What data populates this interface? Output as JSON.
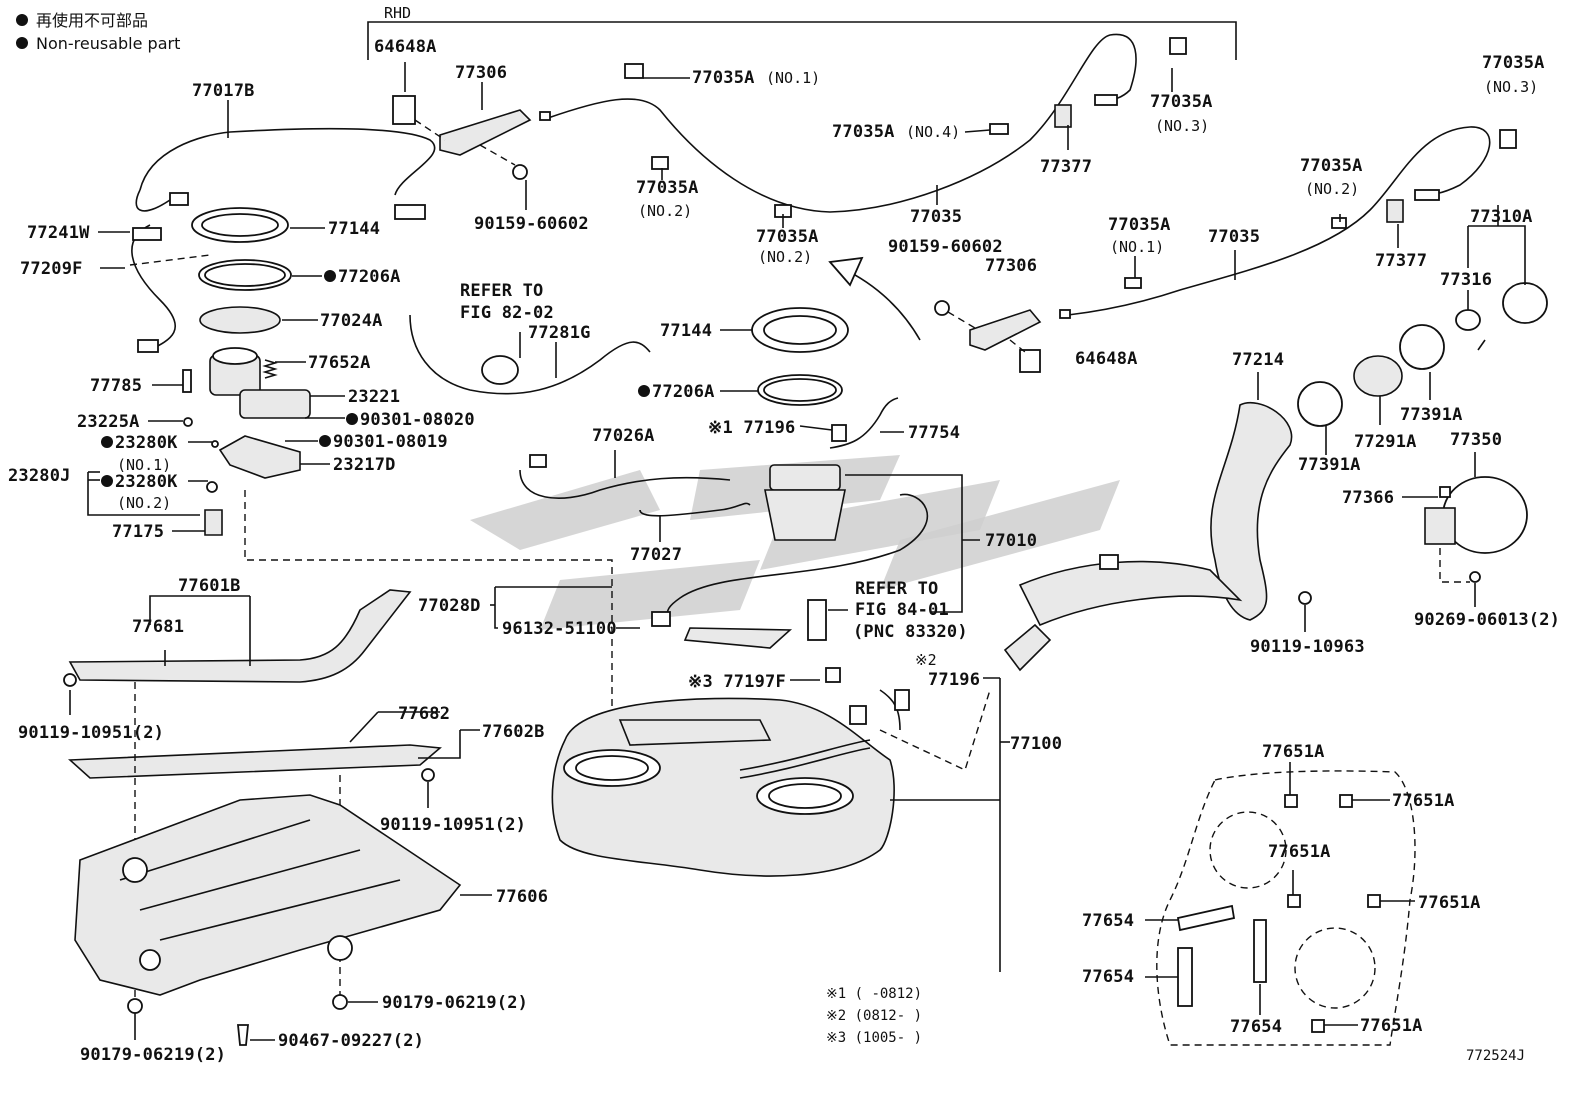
{
  "legend": {
    "jp": "再使用不可部品",
    "en": "Non-reusable part"
  },
  "header": {
    "rhd": "RHD"
  },
  "labels": {
    "p64648A_top": "64648A",
    "p77306_top": "77306",
    "p77017B": "77017B",
    "p77035A_no1_top": "77035A",
    "no1": "(NO.1)",
    "p77035A_no3_a": "77035A",
    "no3": "(NO.3)",
    "p77035A_no3_b": "77035A",
    "p77035A_no4": "77035A",
    "no4": "(NO.4)",
    "p77377_a": "77377",
    "p90159_a": "90159-60602",
    "p77035A_no2_a": "77035A",
    "no2": "(NO.2)",
    "p77035A_no2_b": "77035A",
    "p77035_a": "77035",
    "p77035A_no2_c": "77035A",
    "p77035A_no1_b": "77035A",
    "p77035_b": "77035",
    "p77377_b": "77377",
    "p77310A": "77310A",
    "p77241W": "77241W",
    "p77144_a": "77144",
    "p77209F": "77209F",
    "p77206A_a": "77206A",
    "p77024A": "77024A",
    "p77652A": "77652A",
    "p77785": "77785",
    "p23221": "23221",
    "p23225A": "23225A",
    "p90301_08020": "90301-08020",
    "p23280K_1": "23280K",
    "p90301_08019": "90301-08019",
    "p23280J": "23280J",
    "p23217D": "23217D",
    "p23280K_2": "23280K",
    "p77175": "77175",
    "refer1": "REFER TO",
    "fig1": "FIG 82-02",
    "p77281G": "77281G",
    "p90159_b": "90159-60602",
    "p77306_b": "77306",
    "p64648A_b": "64648A",
    "p77144_b": "77144",
    "p77206A_b": "77206A",
    "x1_77196": "※1 77196",
    "p77754": "77754",
    "p77026A": "77026A",
    "p77027": "77027",
    "p77010": "77010",
    "p77214": "77214",
    "p77316": "77316",
    "p77391A_a": "77391A",
    "p77291A": "77291A",
    "p77391A_b": "77391A",
    "p77350": "77350",
    "p77366": "77366",
    "p90269": "90269-06013(2)",
    "p90119_10963": "90119-10963",
    "p77601B": "77601B",
    "p77681": "77681",
    "p77028D": "77028D",
    "p96132": "96132-51100",
    "refer2": "REFER TO",
    "fig2": "FIG 84-01",
    "pnc": "(PNC 83320)",
    "x3_77197F": "※3 77197F",
    "x2": "※2",
    "p77196_b": "77196",
    "p90119_10951_a": "90119-10951(2)",
    "p77682": "77682",
    "p77602B": "77602B",
    "p77100": "77100",
    "p90119_10951_b": "90119-10951(2)",
    "p77606": "77606",
    "p77651A_1": "77651A",
    "p77651A_2": "77651A",
    "p77651A_3": "77651A",
    "p77651A_4": "77651A",
    "p77651A_5": "77651A",
    "p77654_1": "77654",
    "p77654_2": "77654",
    "p77654_3": "77654",
    "p90179_a": "90179-06219(2)",
    "p90467": "90467-09227(2)",
    "p90179_b": "90179-06219(2)",
    "note1": "※1 (      -0812)",
    "note2": "※2 (0812-      )",
    "note3": "※3 (1005-      )",
    "ref_code": "772524J"
  }
}
